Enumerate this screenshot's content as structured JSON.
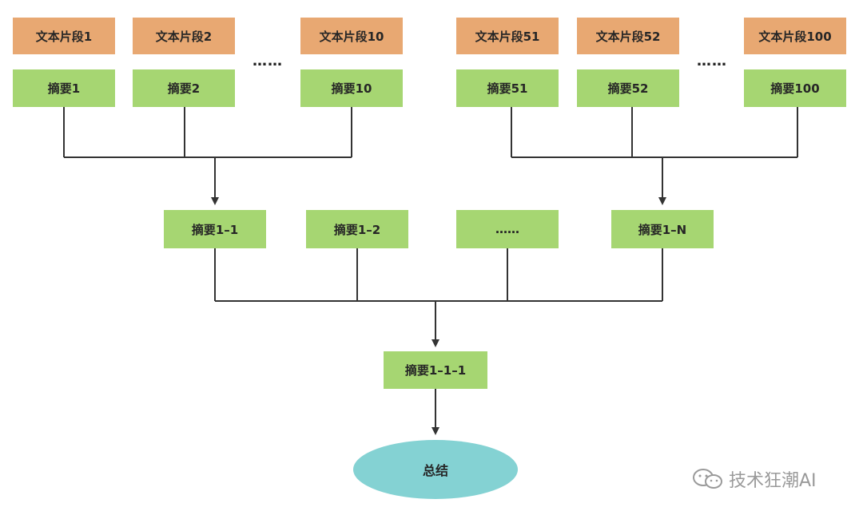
{
  "top_left": {
    "segments": [
      "文本片段1",
      "文本片段2",
      "文本片段10"
    ],
    "summaries": [
      "摘要1",
      "摘要2",
      "摘要10"
    ],
    "ellipsis": "……"
  },
  "top_right": {
    "segments": [
      "文本片段51",
      "文本片段52",
      "文本片段100"
    ],
    "summaries": [
      "摘要51",
      "摘要52",
      "摘要100"
    ],
    "ellipsis": "……"
  },
  "middle": {
    "items": [
      "摘要1–1",
      "摘要1–2",
      "……",
      "摘要1–N"
    ]
  },
  "level3": {
    "label": "摘要1–1–1"
  },
  "final": {
    "label": "总结"
  },
  "watermark": {
    "text": "技术狂潮AI"
  },
  "colors": {
    "segment": "#e8a872",
    "summary": "#a6d672",
    "final": "#84d2d3",
    "line": "#333333"
  }
}
